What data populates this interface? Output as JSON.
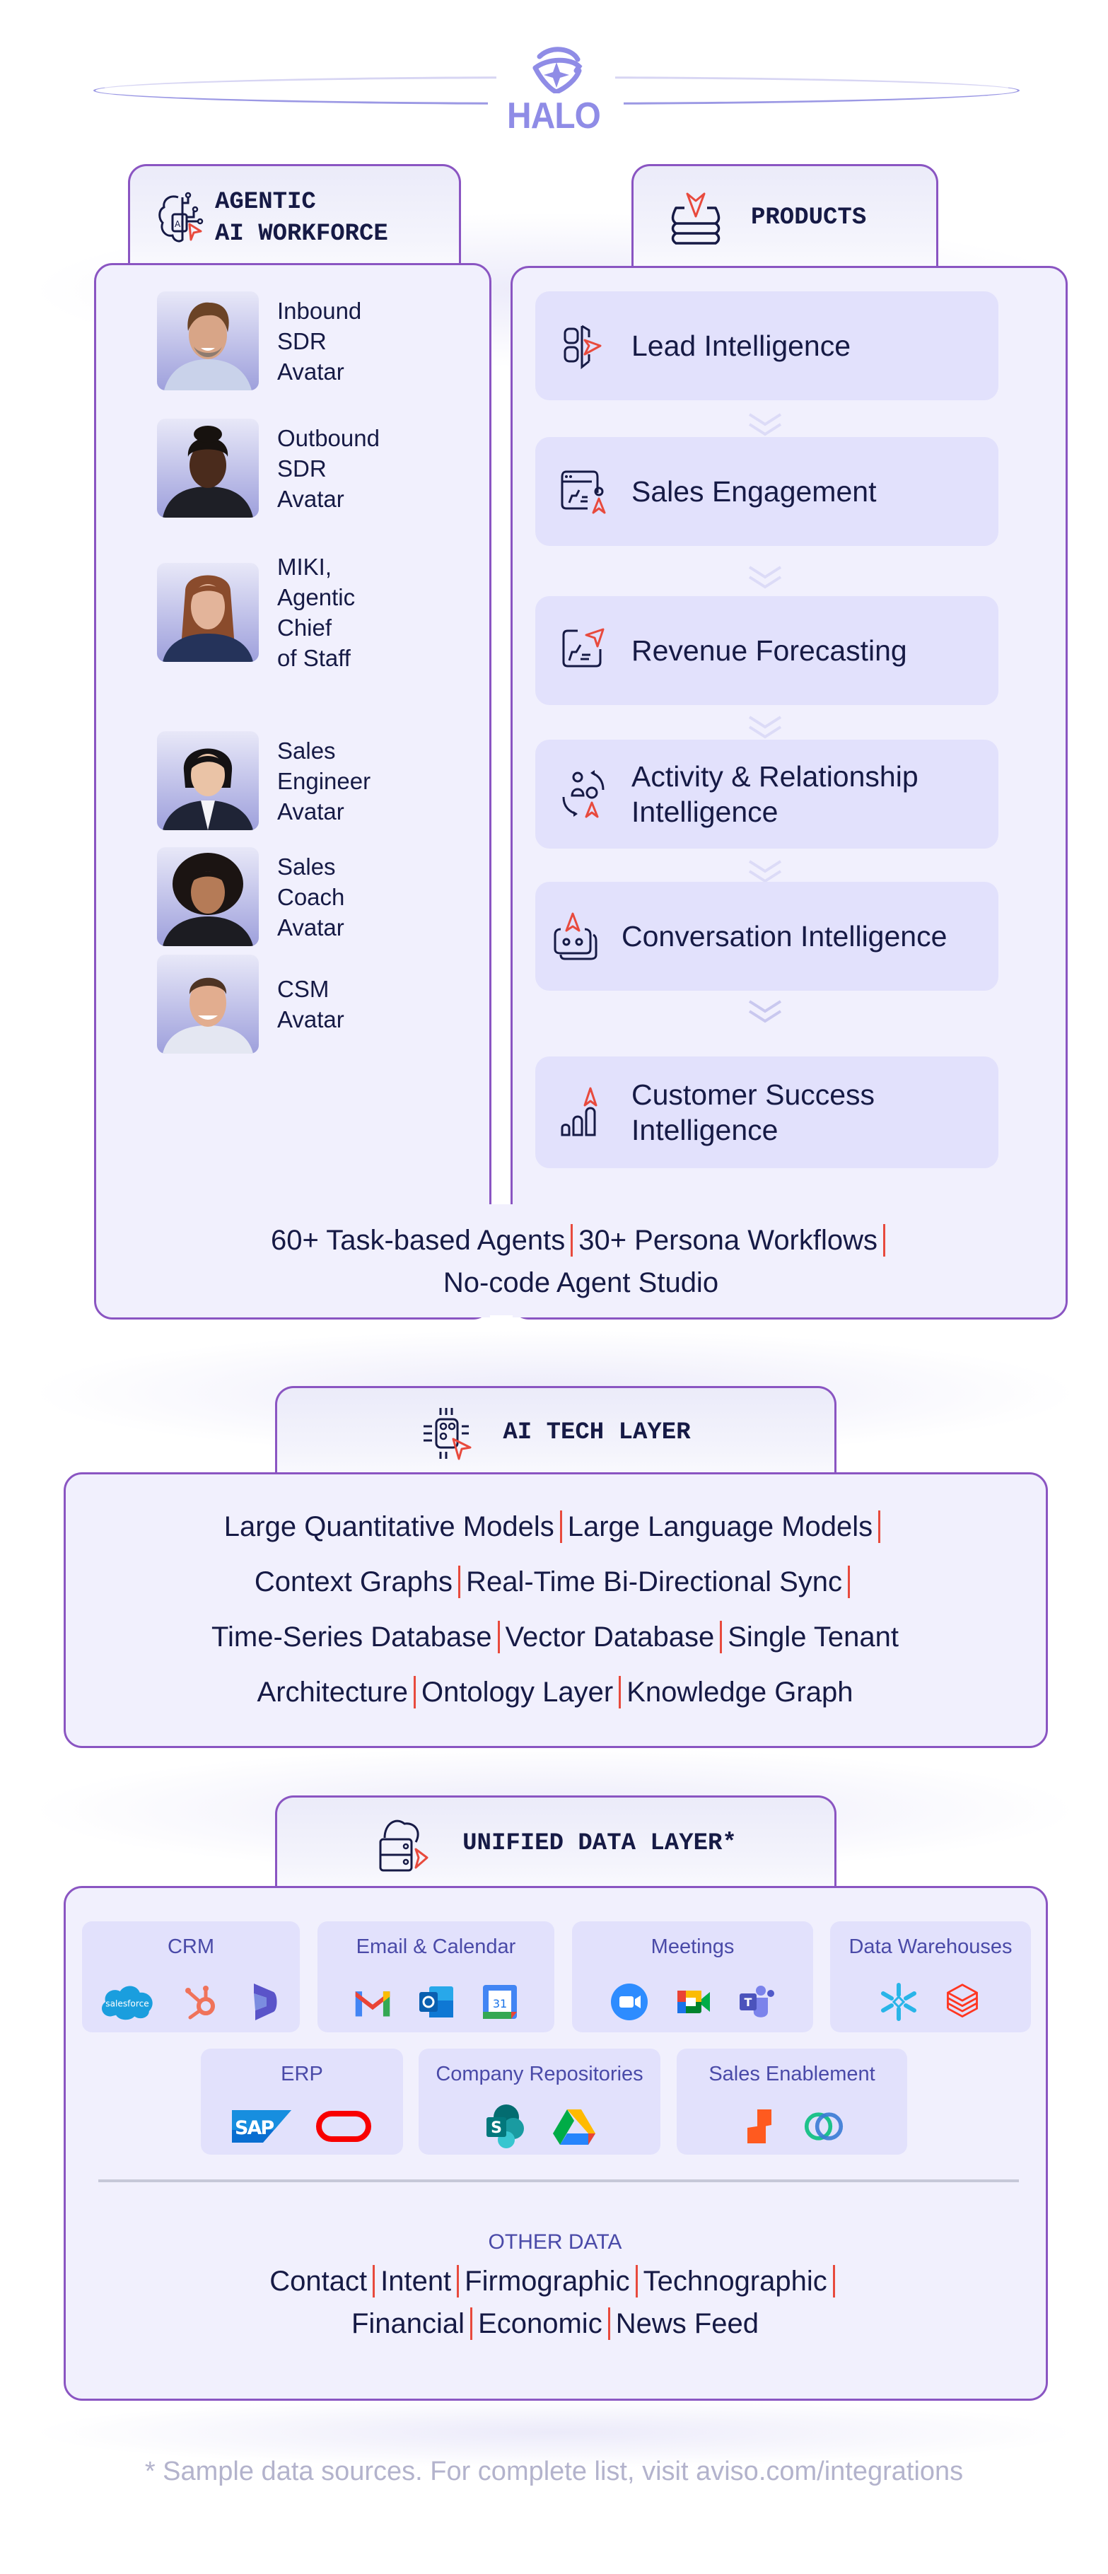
{
  "brand": {
    "name": "HALO",
    "color": "#8f8ce6"
  },
  "colors": {
    "panel_border": "#8a55c2",
    "panel_bg": "#f1f0fd",
    "card_bg": "#e2e1fc",
    "text": "#161a45",
    "accent_red": "#e84a3d",
    "subtle_label": "#4a4aa8",
    "footnote": "#b3b3cc"
  },
  "workforce": {
    "title": "AGENTIC\nAI WORKFORCE",
    "icon": "brain-ai-cursor-icon",
    "avatars": [
      {
        "label": "Inbound\nSDR\nAvatar",
        "portrait": "smiling man, curly brown hair, beard, light blue shirt"
      },
      {
        "label": "Outbound\nSDR\nAvatar",
        "portrait": "woman with braided updo, black blazer"
      },
      {
        "label": "MIKI,\nAgentic\nChief\nof Staff",
        "portrait": "woman with shoulder-length auburn hair, navy blazer"
      },
      {
        "label": "Sales\nEngineer\nAvatar",
        "portrait": "woman with black bob haircut, dark blazer, white shirt"
      },
      {
        "label": "Sales\nCoach\nAvatar",
        "portrait": "woman with curly dark hair, black blazer"
      },
      {
        "label": "CSM\nAvatar",
        "portrait": "smiling man, short brown hair, white shirt"
      }
    ]
  },
  "products": {
    "title": "PRODUCTS",
    "icon": "stacked-layers-cursor-icon",
    "items": [
      {
        "label": "Lead Intelligence",
        "icon": "lead-funnel-icon"
      },
      {
        "label": "Sales Engagement",
        "icon": "dashboard-person-icon"
      },
      {
        "label": "Revenue Forecasting",
        "icon": "forecast-chart-icon"
      },
      {
        "label": "Activity & Relationship\nIntelligence",
        "icon": "people-cycle-icon"
      },
      {
        "label": "Conversation Intelligence",
        "icon": "chat-bot-icon"
      },
      {
        "label": "Customer Success\nIntelligence",
        "icon": "growth-bars-icon"
      }
    ]
  },
  "stats": {
    "items": [
      "60+ Task-based Agents",
      "30+ Persona Workflows",
      "No-code Agent Studio"
    ]
  },
  "tech_layer": {
    "title": "AI TECH LAYER",
    "icon": "chip-cursor-icon",
    "lines": [
      [
        "Large Quantitative Models",
        "Large Language Models"
      ],
      [
        "Context Graphs",
        "Real-Time Bi-Directional Sync"
      ],
      [
        "Time-Series Database",
        "Vector Database",
        "Single Tenant"
      ],
      [
        "Architecture",
        "Ontology Layer",
        "Knowledge Graph"
      ]
    ],
    "trailing_sep": [
      true,
      true,
      false,
      false
    ]
  },
  "data_layer": {
    "title": "UNIFIED DATA LAYER*",
    "icon": "cloud-server-icon",
    "categories": [
      {
        "title": "CRM",
        "logos": [
          "salesforce",
          "hubspot",
          "dynamics-365"
        ]
      },
      {
        "title": "Email & Calendar",
        "logos": [
          "gmail",
          "outlook",
          "google-calendar"
        ]
      },
      {
        "title": "Meetings",
        "logos": [
          "zoom",
          "google-meet",
          "microsoft-teams"
        ]
      },
      {
        "title": "Data Warehouses",
        "logos": [
          "snowflake",
          "databricks"
        ]
      },
      {
        "title": "ERP",
        "logos": [
          "sap",
          "oracle"
        ]
      },
      {
        "title": "Company Repositories",
        "logos": [
          "sharepoint",
          "google-drive"
        ]
      },
      {
        "title": "Sales Enablement",
        "logos": [
          "highspot",
          "seismic"
        ]
      }
    ],
    "other_data": {
      "title": "OTHER DATA",
      "lines": [
        [
          "Contact",
          "Intent",
          "Firmographic",
          "Technographic"
        ],
        [
          "Financial",
          "Economic",
          "News Feed"
        ]
      ]
    }
  },
  "footnote": "* Sample data sources. For complete list, visit aviso.com/integrations"
}
